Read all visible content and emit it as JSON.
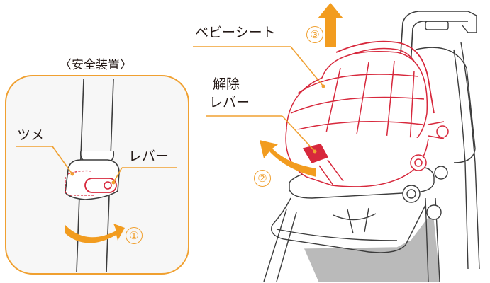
{
  "inset": {
    "title": "〈安全装置〉",
    "claw_label": "ツメ",
    "lever_label": "レバー",
    "step1": "①"
  },
  "main": {
    "baby_seat_label": "ベビーシート",
    "release_lever_line1": "解除",
    "release_lever_line2": "レバー",
    "step2": "②",
    "step3": "③"
  },
  "colors": {
    "accent_orange": "#F0A030",
    "arrow_orange": "#F29C1F",
    "seat_red": "#D7283C",
    "line_dark": "#3C3C3C",
    "inset_fill": "#F7F7F7"
  },
  "icons": {
    "rotate_arrow": "curved-arrow-right-icon",
    "pull_arrow": "curved-arrow-left-icon",
    "lift_arrow": "arrow-up-icon"
  }
}
